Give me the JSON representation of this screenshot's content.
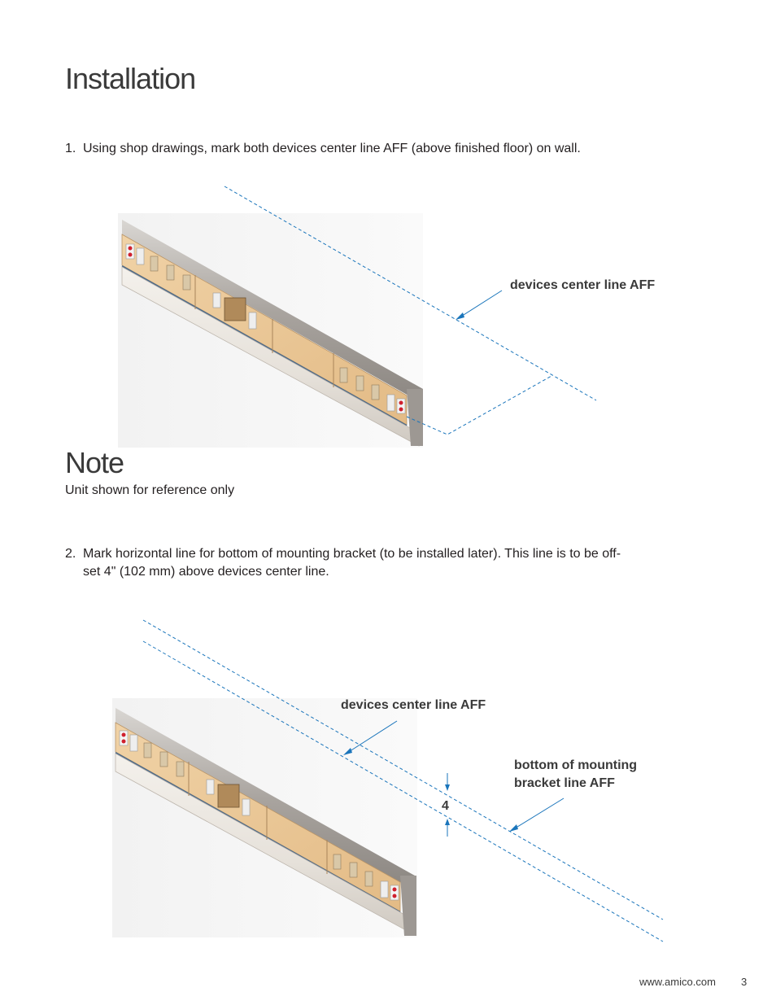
{
  "page_title": "Installation",
  "step1": {
    "number": "1.",
    "text": "Using shop drawings, mark both devices center line AFF (above finished floor) on wall."
  },
  "figure1": {
    "callout": "devices center line AFF"
  },
  "note": {
    "heading": "Note",
    "body": "Unit shown for reference only"
  },
  "step2": {
    "number": "2.",
    "line1": "Mark horizontal line for bottom of mounting bracket (to be installed later). This line is to be off-",
    "line2": "set 4\" (102 mm) above devices center line."
  },
  "figure2": {
    "callout_center": "devices center line AFF",
    "callout_bracket_line1": "bottom of mounting",
    "callout_bracket_line2": "bracket line AFF",
    "dimension": "4"
  },
  "footer": {
    "website": "www.amico.com",
    "page_number": "3"
  },
  "colors": {
    "leader_blue": "#1a75bb",
    "panel_wood": "#e9c79a",
    "rail_grey": "#b5b0ab",
    "outlet_red": "#d0202e"
  }
}
